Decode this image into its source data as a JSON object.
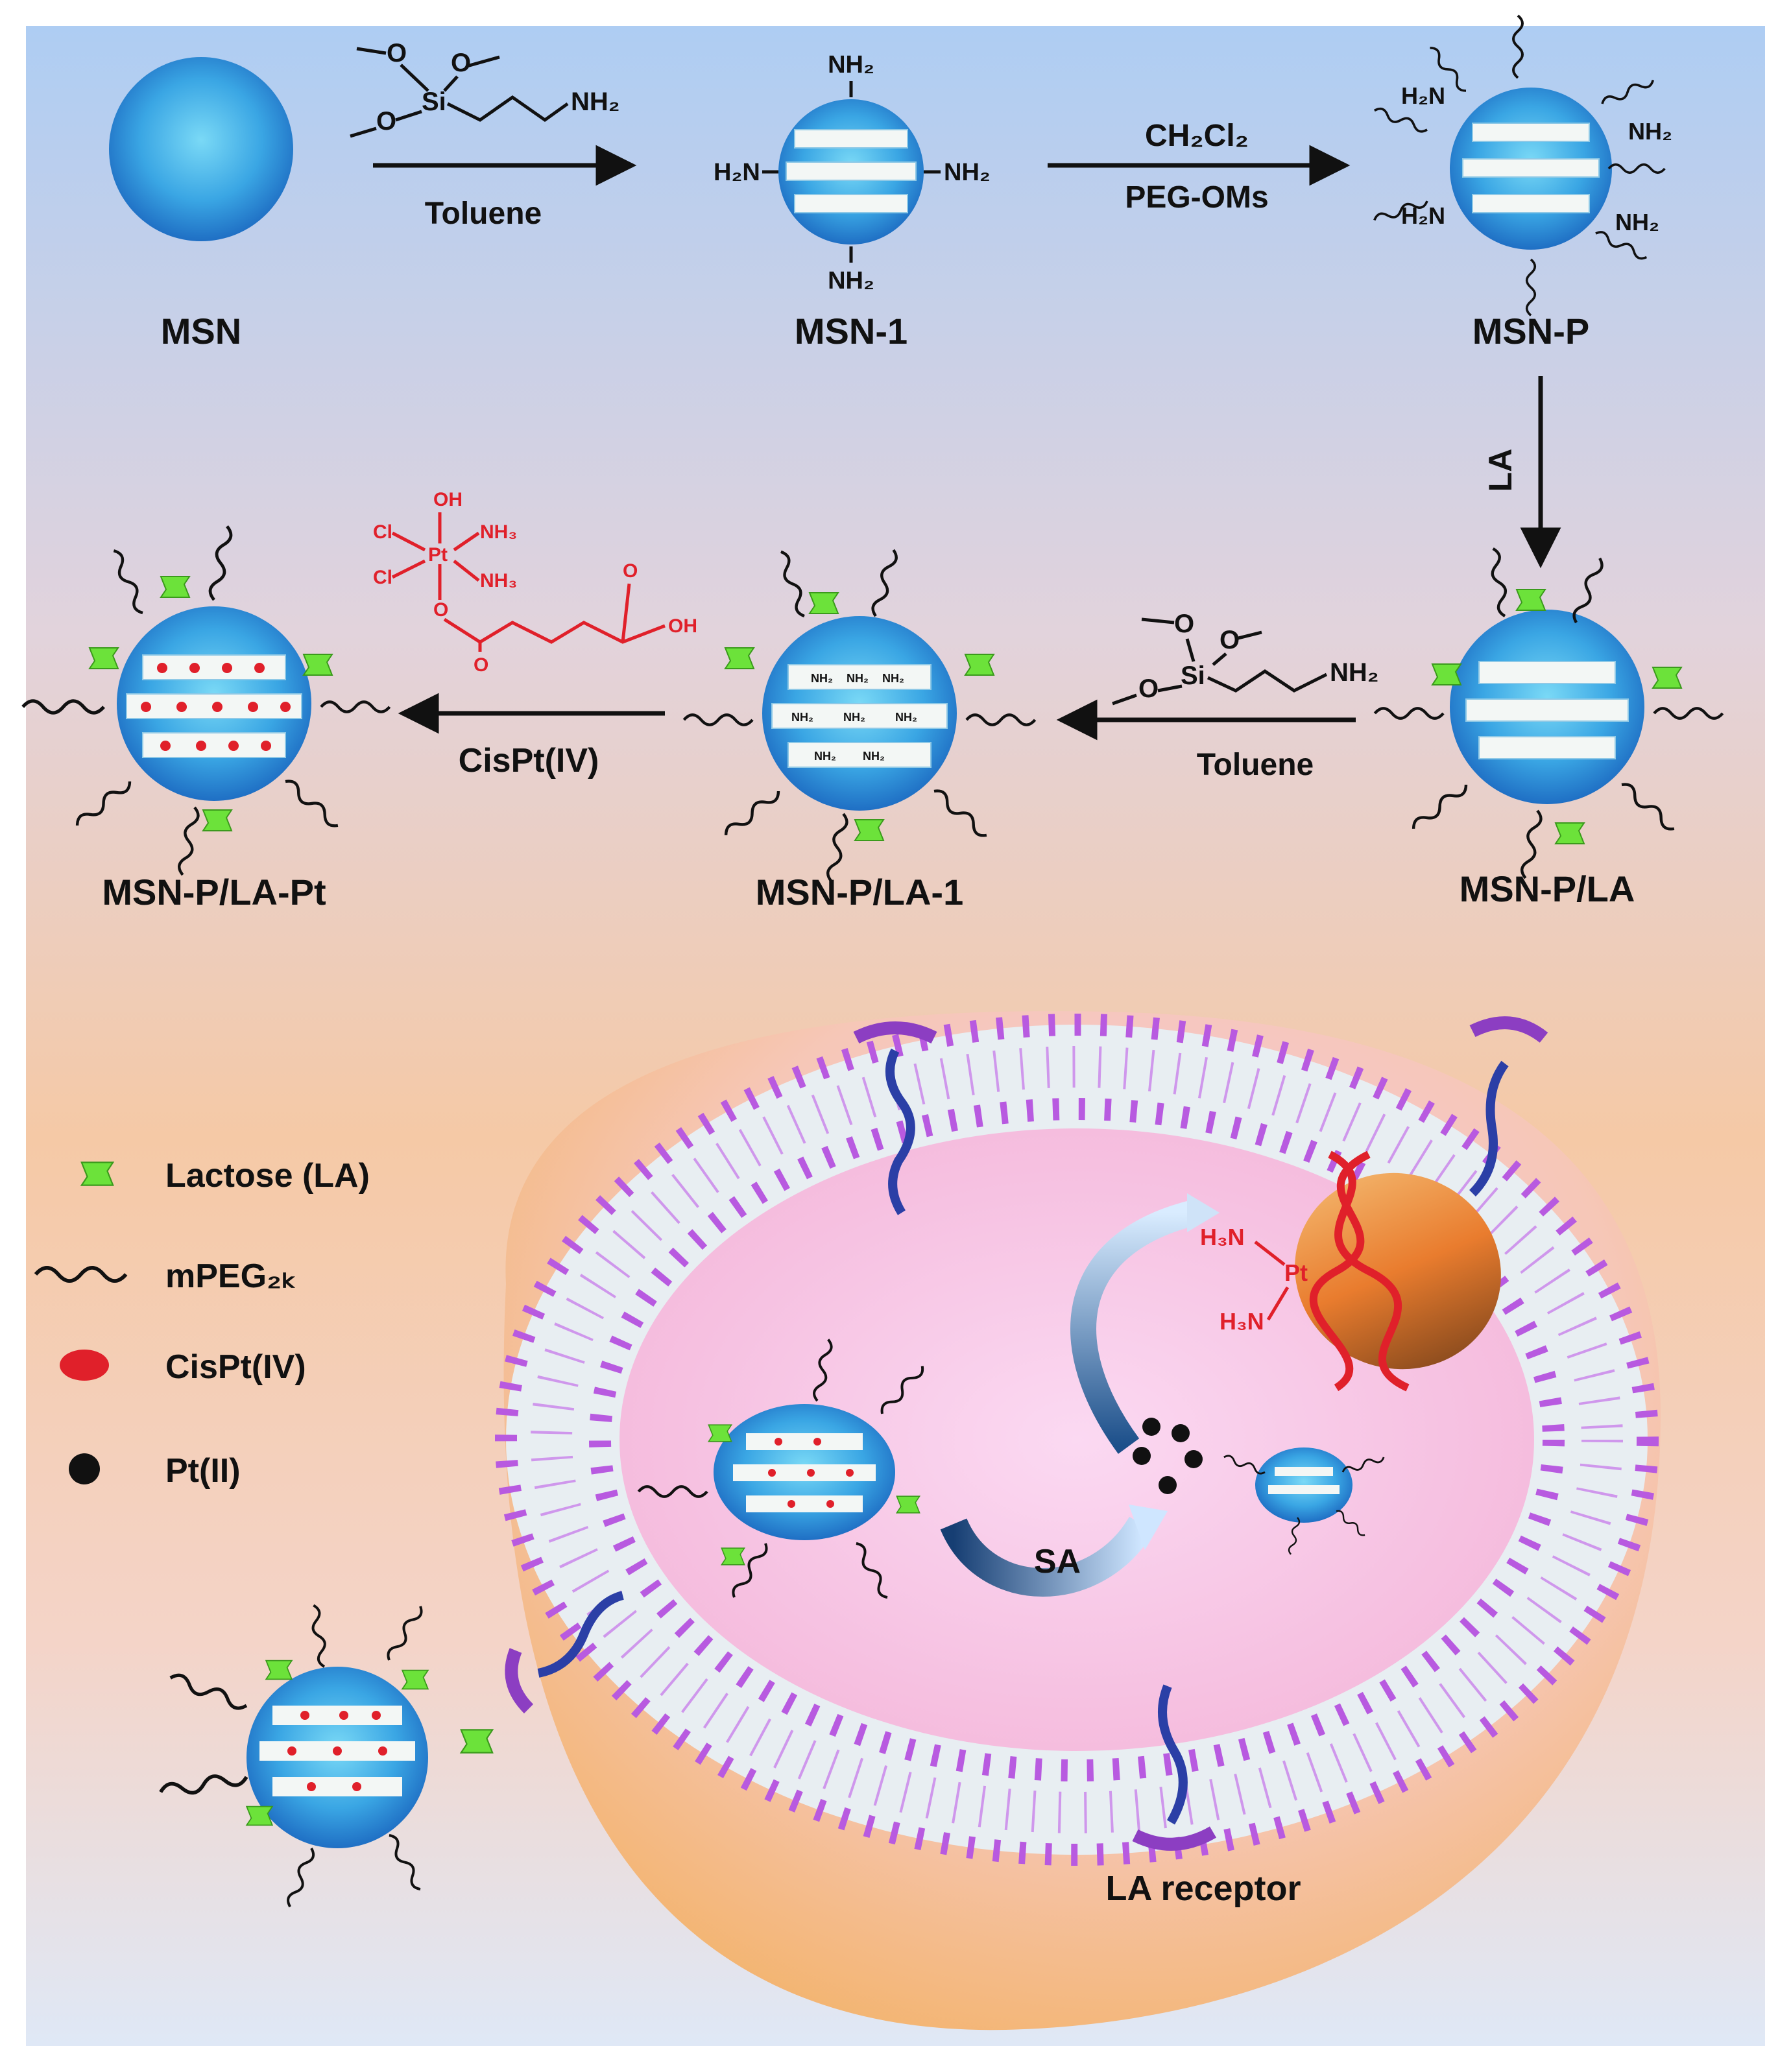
{
  "nodes": {
    "msn": "MSN",
    "msn1": "MSN-1",
    "msnp": "MSN-P",
    "msnpla": "MSN-P/LA",
    "msnpla1": "MSN-P/LA-1",
    "msnplapt": "MSN-P/LA-Pt"
  },
  "arrows": {
    "a1": "Toluene",
    "a2_top": "CH₂Cl₂",
    "a2_bottom": "PEG-OMs",
    "a3": "LA",
    "a4": "Toluene",
    "a5": "CisPt(IV)",
    "cell": "SA"
  },
  "chem": {
    "o": "O",
    "si": "Si",
    "nh2": "NH₂",
    "h2n": "H₂N",
    "cl": "Cl",
    "pt": "Pt",
    "oh": "OH",
    "nh3": "NH₃",
    "h3n": "H₃N"
  },
  "legend": [
    {
      "icon": "lactose-icon",
      "label": "Lactose (LA)"
    },
    {
      "icon": "peg-chain-icon",
      "label": "mPEG₂ₖ"
    },
    {
      "icon": "red-dot-icon",
      "label": "CisPt(IV)"
    },
    {
      "icon": "black-dot-icon",
      "label": "Pt(II)"
    }
  ],
  "cell_labels": {
    "receptor": "LA receptor"
  },
  "colors": {
    "sphere": "#2a8fd8",
    "lactose": "#6ce23a",
    "cispt": "#e0202a",
    "membrane": "#b85ae0"
  }
}
